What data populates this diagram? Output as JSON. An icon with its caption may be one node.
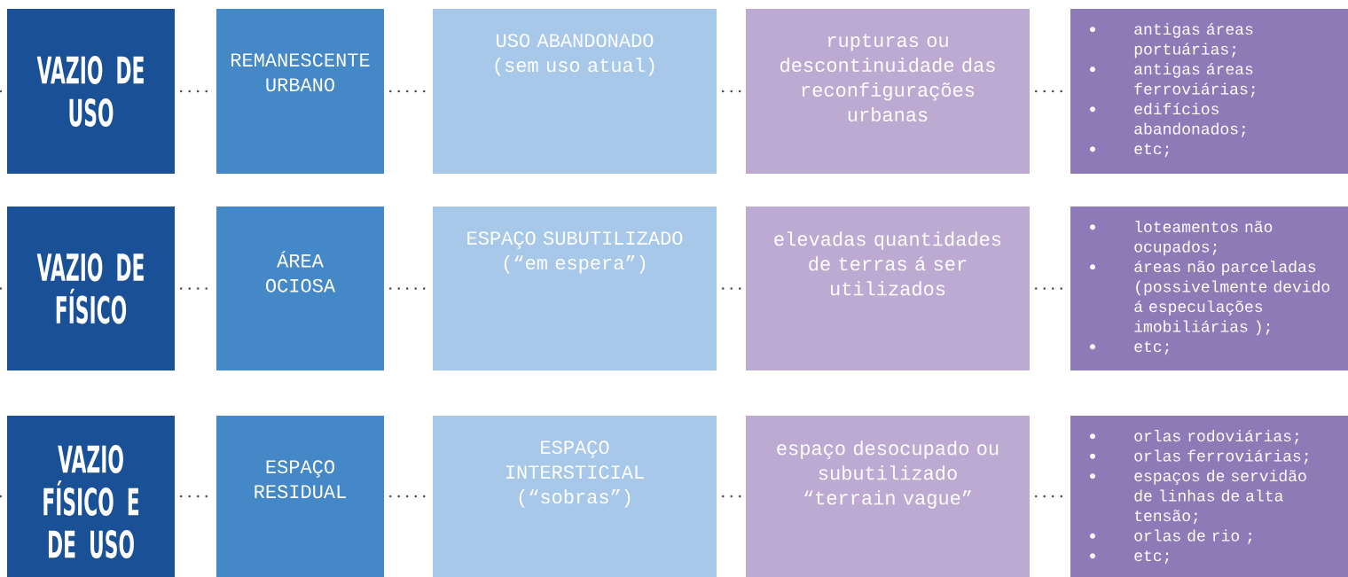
{
  "diagram": {
    "nodes": [
      {
        "text": [
          "VAZIO DE USO"
        ]
      },
      {
        "text": [
          "REMANESCENTE URBANO"
        ]
      },
      {
        "text": [
          "USO ABANDONADO (sem uso atual)"
        ]
      },
      {
        "text": [
          "rupturas ou descontinuidade das reconfigurações urbanas"
        ]
      },
      {
        "text": [
          "antigas áreas portuárias;",
          "antigas áreas ferroviárias;",
          "edifícios abandonados;",
          "etc;"
        ]
      },
      {
        "text": [
          "VAZIO DE FÍSICO"
        ]
      },
      {
        "text": [
          "ÁREA OCIOSA"
        ]
      },
      {
        "text": [
          "ESPAÇO SUBUTILIZADO (“em espera”)"
        ]
      },
      {
        "text": [
          "elevadas quantidades de terras á ser utilizados"
        ]
      },
      {
        "text": [
          "loteamentos não ocupados;",
          "áreas não parceladas (possivelmente devido á especulações imobiliárias );",
          "etc;"
        ]
      },
      {
        "text": [
          "VAZIO FÍSICO E DE USO"
        ]
      },
      {
        "text": [
          "ESPAÇO RESIDUAL"
        ]
      },
      {
        "text": [
          "ESPAÇO INTERSTICIAL (“sobras”)"
        ]
      },
      {
        "text": [
          "espaço desocupado ou subutilizado “terrain vague”"
        ]
      },
      {
        "text": [
          "orlas rodoviárias;",
          "orlas ferroviárias;",
          "espaços de servidão de linhas de alta tensão;",
          "orlas de rio ;",
          "etc;"
        ]
      }
    ],
    "edges": [
      {
        "from": null,
        "to": 0,
        "arrow": "none"
      },
      {
        "from": 0,
        "to": 1,
        "arrow": "none"
      },
      {
        "from": 1,
        "to": 2,
        "arrow": "none"
      },
      {
        "from": 2,
        "to": 3,
        "arrow": "none"
      },
      {
        "from": 3,
        "to": 4,
        "arrow": "none"
      },
      {
        "from": null,
        "to": 5,
        "arrow": "none"
      },
      {
        "from": 5,
        "to": 6,
        "arrow": "none"
      },
      {
        "from": 6,
        "to": 7,
        "arrow": "none"
      },
      {
        "from": 7,
        "to": 8,
        "arrow": "none"
      },
      {
        "from": 8,
        "to": 9,
        "arrow": "none"
      },
      {
        "from": null,
        "to": 10,
        "arrow": "none"
      },
      {
        "from": 10,
        "to": 11,
        "arrow": "none"
      },
      {
        "from": 11,
        "to": 12,
        "arrow": "none"
      },
      {
        "from": 12,
        "to": 13,
        "arrow": "none"
      },
      {
        "from": 13,
        "to": 14,
        "arrow": "none"
      }
    ]
  }
}
